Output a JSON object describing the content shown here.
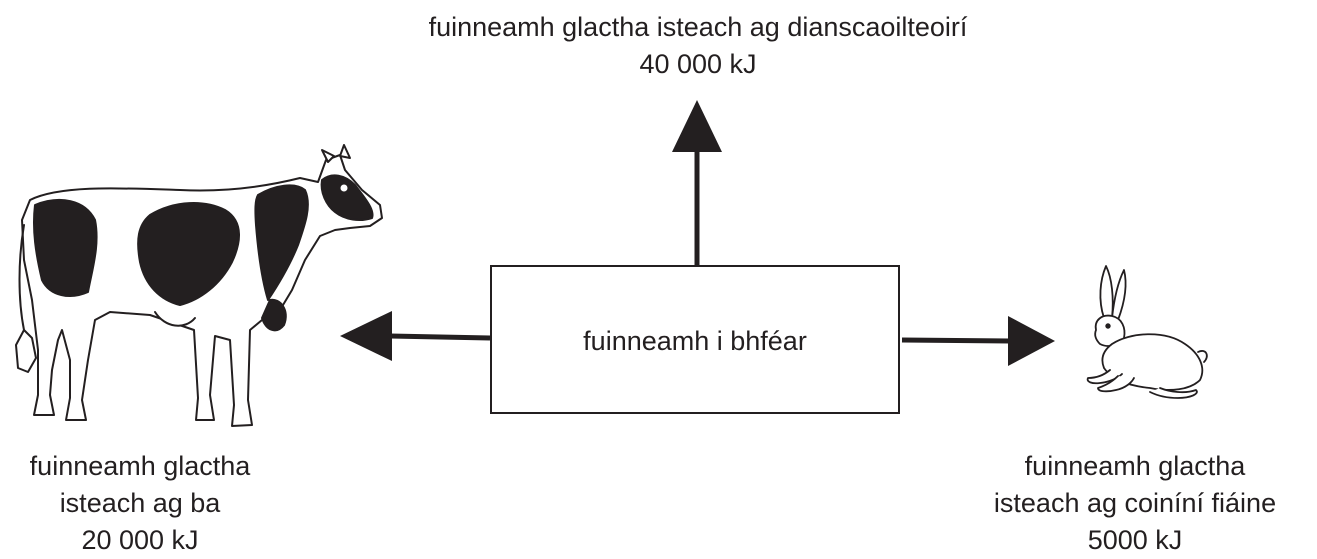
{
  "diagram": {
    "center_box": {
      "label": "fuinneamh i bhféar"
    },
    "decomposers": {
      "line1": "fuinneamh glactha isteach ag dianscaoilteoirí",
      "line2": "40 000 kJ"
    },
    "cow": {
      "line1": "fuinneamh glactha",
      "line2": "isteach ag ba",
      "line3": "20 000 kJ"
    },
    "rabbits": {
      "line1": "fuinneamh glactha",
      "line2": "isteach ag coiníní fiáine",
      "line3": "5000 kJ"
    },
    "colors": {
      "ink": "#231f20",
      "background": "#ffffff"
    },
    "icons": [
      "cow-illustration",
      "rabbit-illustration",
      "arrow"
    ]
  }
}
